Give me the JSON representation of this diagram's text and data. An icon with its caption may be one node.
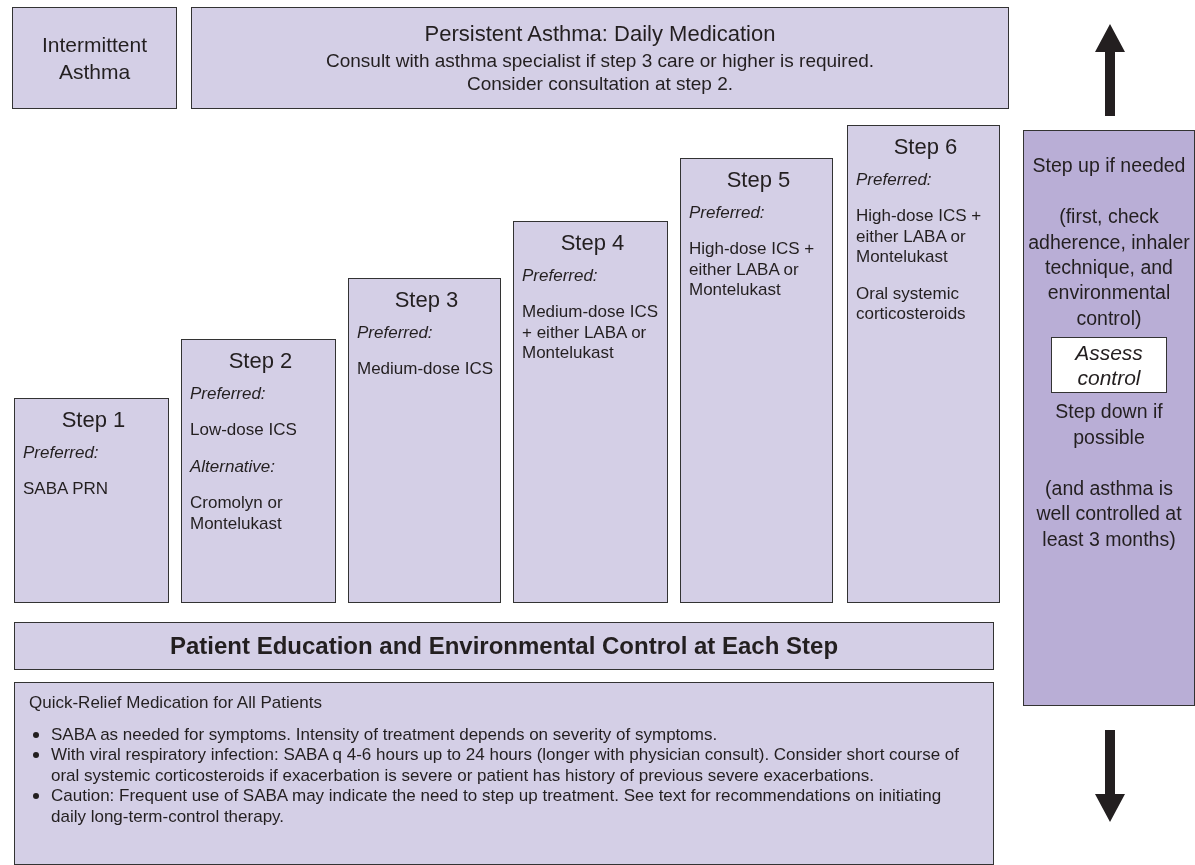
{
  "diagram": {
    "nodes": [
      {
        "text": [
          "Intermittent Asthma"
        ]
      },
      {
        "text": [
          "Persistent Asthma: Daily Medication",
          "Consult with asthma specialist if step 3 care or higher is required. Consider consultation at step 2."
        ]
      },
      {
        "text": [
          "Step 1",
          "*Preferred:*",
          "SABA PRN"
        ]
      },
      {
        "text": [
          "Step 2",
          "*Preferred:*",
          "Low-dose ICS",
          "*Alternative:*",
          "Cromolyn or Montelukast"
        ]
      },
      {
        "text": [
          "Step 3",
          "*Preferred:*",
          "Medium-dose ICS"
        ]
      },
      {
        "text": [
          "Step 4",
          "*Preferred:*",
          "Medium-dose ICS + either LABA or Montelukast"
        ]
      },
      {
        "text": [
          "Step 5",
          "*Preferred:*",
          "High-dose ICS + either LABA or Montelukast"
        ]
      },
      {
        "text": [
          "Step 6",
          "*Preferred:*",
          "High-dose ICS + either LABA or Montelukast",
          "Oral systemic corticosteroids"
        ]
      },
      {
        "text": [
          "Patient Education and Environmental Control at Each Step"
        ]
      },
      {
        "text": [
          "Quick-Relief Medication for All Patients",
          "SABA as needed for symptoms. Intensity of treatment depends on severity of symptoms.",
          "With viral respiratory infection: SABA q 4-6 hours up to 24 hours (longer with physician consult). Consider short course of oral systemic corticosteroids if exacerbation is severe or patient has history of previous severe exacerbations.",
          "Caution: Frequent use of SABA may indicate the need to step up treatment. See text for recommendations on initiating daily long-term-control therapy."
        ]
      },
      {
        "text": [
          "Step up if needed",
          "(first, check adherence, inhaler technique, and environmental control)",
          "Step down if possible",
          "(and asthma is well controlled at least 3 months)"
        ]
      },
      {
        "text": [
          "Assess control"
        ],
        "in": 10
      }
    ]
  }
}
